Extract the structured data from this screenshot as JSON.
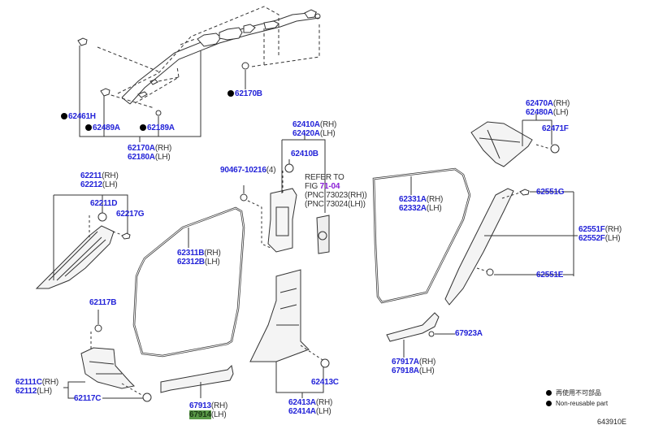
{
  "diagram": {
    "figure_code": "643910E",
    "legend": [
      {
        "symbol": "filled-circle",
        "text": "再使用不可部品"
      },
      {
        "symbol": "filled-circle",
        "text": "Non-reusable part"
      }
    ],
    "colors": {
      "part_number": "#2323d8",
      "figure_link": "#8a1fd6",
      "highlight": "#5a9a48",
      "line": "#333333"
    },
    "callouts": {
      "c62461H": {
        "pn": "62461H",
        "non_reusable": true
      },
      "c62489A": {
        "pn": "62489A",
        "non_reusable": true
      },
      "c62189A": {
        "pn": "62189A",
        "non_reusable": true
      },
      "c62170B": {
        "pn": "62170B",
        "non_reusable": true
      },
      "c62170A": {
        "pn_rh": "62170A",
        "rh": "(RH)",
        "pn_lh": "62180A",
        "lh": "(LH)"
      },
      "c62410A": {
        "pn_rh": "62410A",
        "rh": "(RH)",
        "pn_lh": "62420A",
        "lh": "(LH)"
      },
      "c62410B": {
        "pn": "62410B"
      },
      "c90467": {
        "pn": "90467-10216",
        "qty": "(4)"
      },
      "refer": {
        "line1": "REFER TO",
        "fig_prefix": "FIG ",
        "fig": "71-04",
        "line3": "(PNC 73023(RH))",
        "line4": "(PNC 73024(LH))"
      },
      "c62470A": {
        "pn_rh": "62470A",
        "rh": "(RH)",
        "pn_lh": "62480A",
        "lh": "(LH)"
      },
      "c62471F": {
        "pn": "62471F"
      },
      "c62211": {
        "pn_rh": "62211",
        "rh": "(RH)",
        "pn_lh": "62212",
        "lh": "(LH)"
      },
      "c62211D": {
        "pn": "62211D"
      },
      "c62217G": {
        "pn": "62217G"
      },
      "c62311B": {
        "pn_rh": "62311B",
        "rh": "(RH)",
        "pn_lh": "62312B",
        "lh": "(LH)"
      },
      "c62331A": {
        "pn_rh": "62331A",
        "rh": "(RH)",
        "pn_lh": "62332A",
        "lh": "(LH)"
      },
      "c62551G": {
        "pn": "62551G"
      },
      "c62551F": {
        "pn_rh": "62551F",
        "rh": "(RH)",
        "pn_lh": "62552F",
        "lh": "(LH)"
      },
      "c62551E": {
        "pn": "62551E"
      },
      "c62117B": {
        "pn": "62117B"
      },
      "c62111C": {
        "pn_rh": "62111C",
        "rh": "(RH)",
        "pn_lh": "62112",
        "lh": "(LH)"
      },
      "c62117C": {
        "pn": "62117C"
      },
      "c67913": {
        "pn_rh": "67913",
        "rh": "(RH)",
        "pn_lh": "67914",
        "lh": "(LH)",
        "highlighted": "67914"
      },
      "c62413C": {
        "pn": "62413C"
      },
      "c62413A": {
        "pn_rh": "62413A",
        "rh": "(RH)",
        "pn_lh": "62414A",
        "lh": "(LH)"
      },
      "c67923A": {
        "pn": "67923A"
      },
      "c67917A": {
        "pn_rh": "67917A",
        "rh": "(RH)",
        "pn_lh": "67918A",
        "lh": "(LH)"
      }
    }
  }
}
